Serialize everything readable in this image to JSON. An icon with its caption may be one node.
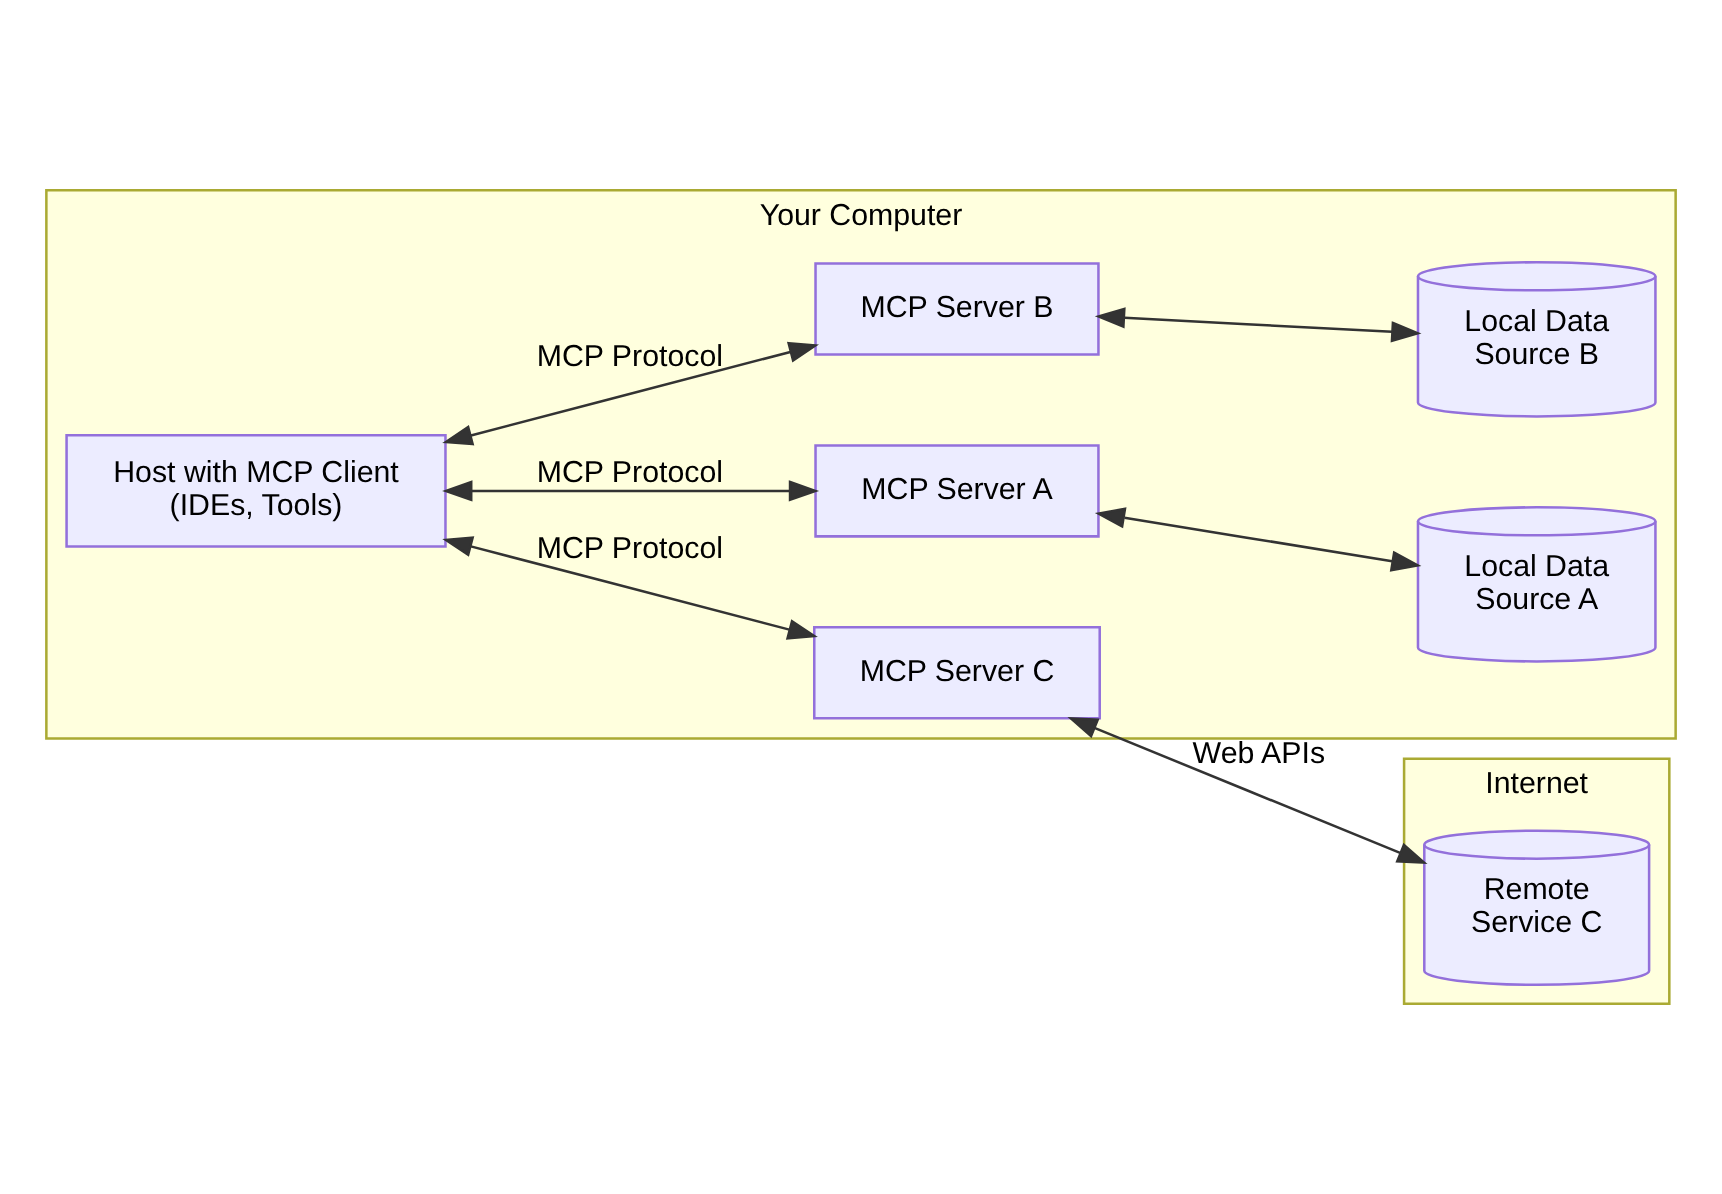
{
  "diagram": {
    "nodes": [
      {
        "text": [
          "Your Computer"
        ]
      },
      {
        "text": [
          "Host with MCP Client (IDEs, Tools)"
        ],
        "in": 0
      },
      {
        "text": [
          "MCP Server A"
        ],
        "in": 0
      },
      {
        "text": [
          "MCP Server B"
        ],
        "in": 0
      },
      {
        "text": [
          "MCP Server C"
        ],
        "in": 0
      },
      {
        "text": [
          "Local Data Source A"
        ],
        "in": 0
      },
      {
        "text": [
          "Local Data Source B"
        ],
        "in": 0
      },
      {
        "text": [
          "Internet"
        ]
      },
      {
        "text": [
          "Remote Service C"
        ],
        "in": 7
      }
    ],
    "edges": [
      {
        "from": 1,
        "to": 2,
        "arrow": "both",
        "label": "MCP Protocol"
      },
      {
        "from": 1,
        "to": 3,
        "arrow": "both",
        "label": "MCP Protocol"
      },
      {
        "from": 1,
        "to": 4,
        "arrow": "both",
        "label": "MCP Protocol"
      },
      {
        "from": 2,
        "to": 5,
        "arrow": "both"
      },
      {
        "from": 3,
        "to": 6,
        "arrow": "both"
      },
      {
        "from": 4,
        "to": 8,
        "arrow": "both",
        "label": "Web APIs"
      }
    ]
  }
}
